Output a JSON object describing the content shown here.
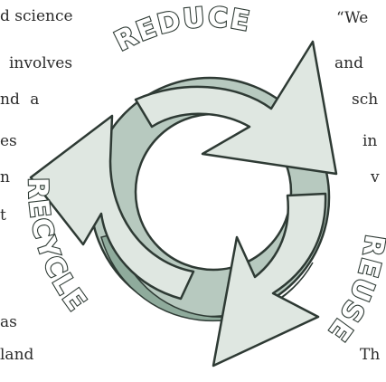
{
  "left_text": [
    "d science",
    "involves",
    "nd  a",
    "es",
    "n",
    "t",
    "as",
    "land"
  ],
  "right_text": [
    "“We",
    "and",
    "sch",
    "in",
    "v",
    "Th"
  ],
  "cycle": {
    "top_label": "REDUCE",
    "right_label": "REUSE",
    "left_label": "RECYCLE",
    "colors": {
      "arrow_light": "#dfe7e1",
      "arrow_mid": "#b7c9bf",
      "arrow_dark": "#8fab9c",
      "outline": "#2e3a34",
      "label_fill": "#ffffff"
    }
  }
}
